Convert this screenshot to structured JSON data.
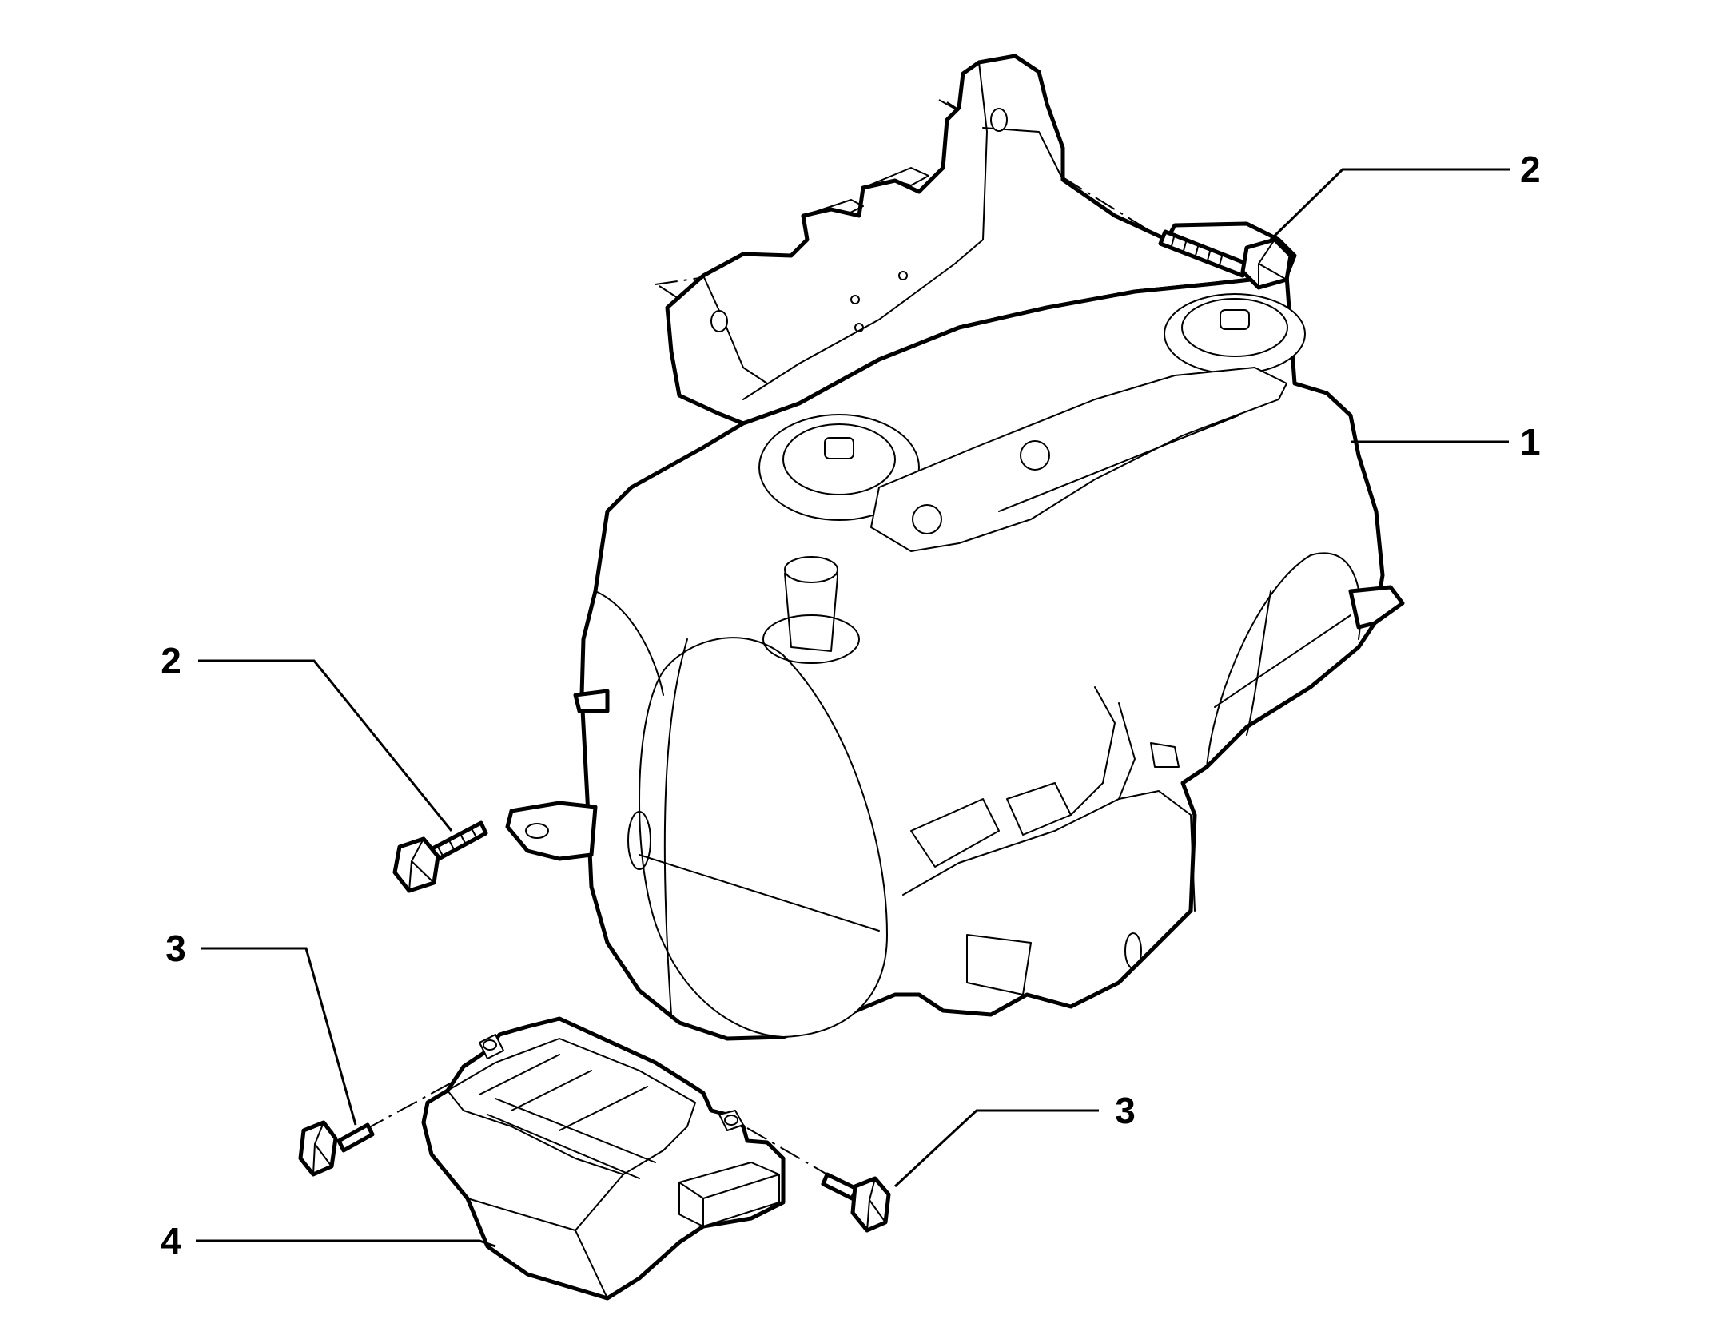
{
  "callouts": [
    {
      "id": "main-unit",
      "label": "1"
    },
    {
      "id": "bolt-top",
      "label": "2"
    },
    {
      "id": "bolt-left",
      "label": "2"
    },
    {
      "id": "screw-left",
      "label": "3"
    },
    {
      "id": "screw-right",
      "label": "3"
    },
    {
      "id": "module",
      "label": "4"
    }
  ]
}
